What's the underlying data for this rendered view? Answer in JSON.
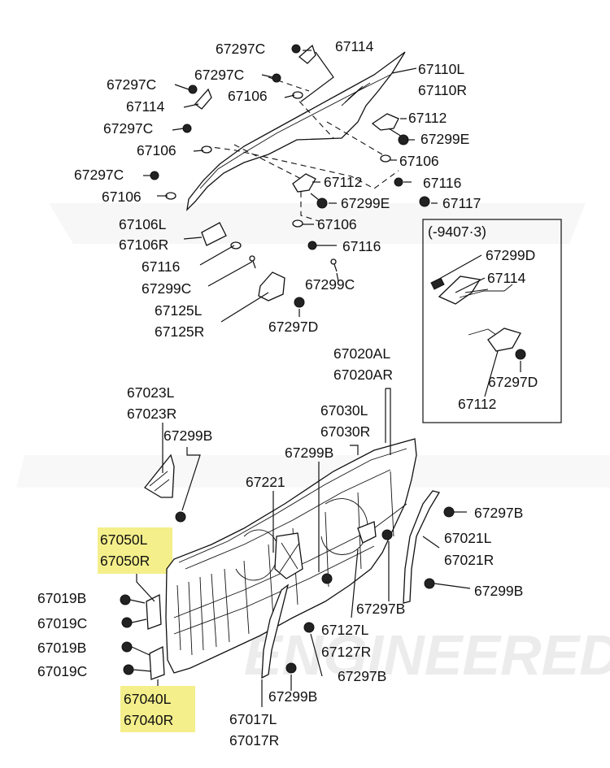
{
  "labels": {
    "c67297c_1": "67297C",
    "c67114_1": "67114",
    "c67297c_2": "67297C",
    "c67110l": "67110L",
    "c67297c_3": "67297C",
    "c67110r": "67110R",
    "c67106_1": "67106",
    "c67114_2": "67114",
    "c67112_1": "67112",
    "c67297c_4": "67297C",
    "c67299e_1": "67299E",
    "c67106_2": "67106",
    "c67106_3": "67106",
    "c67297c_5": "67297C",
    "c67112_2": "67112",
    "c67116_1": "67116",
    "c67106_4": "67106",
    "c67299e_2": "67299E",
    "c67117": "67117",
    "c67106l": "67106L",
    "c67106_5": "67106",
    "c67106r": "67106R",
    "c67116_2": "67116",
    "c67116_3": "67116",
    "c67299c_1": "67299C",
    "c67299c_2": "67299C",
    "c67125l": "67125L",
    "c67125r": "67125R",
    "c67297d_1": "67297D",
    "inset_title": "(-9407·3)",
    "inset_67299d": "67299D",
    "inset_67114": "67114",
    "inset_67297d": "67297D",
    "inset_67112": "67112",
    "c67020al": "67020AL",
    "c67020ar": "67020AR",
    "c67023l": "67023L",
    "c67023r": "67023R",
    "c67030l": "67030L",
    "c67030r": "67030R",
    "c67299b_1": "67299B",
    "c67299b_2": "67299B",
    "c67221": "67221",
    "c67297b_1": "67297B",
    "c67050l": "67050L",
    "c67021l": "67021L",
    "c67050r": "67050R",
    "c67021r": "67021R",
    "c67019b_1": "67019B",
    "c67299b_3": "67299B",
    "c67297b_2": "67297B",
    "c67019c_1": "67019C",
    "c67127l": "67127L",
    "c67019b_2": "67019B",
    "c67127r": "67127R",
    "c67019c_2": "67019C",
    "c67297b_3": "67297B",
    "c67299b_4": "67299B",
    "c67040l": "67040L",
    "c67040r": "67040R",
    "c67017l": "67017L",
    "c67017r": "67017R"
  },
  "watermark": "ENGINEERED",
  "colors": {
    "highlight": "#f4ef8a",
    "line": "#111111",
    "watermark": "#ececec"
  }
}
